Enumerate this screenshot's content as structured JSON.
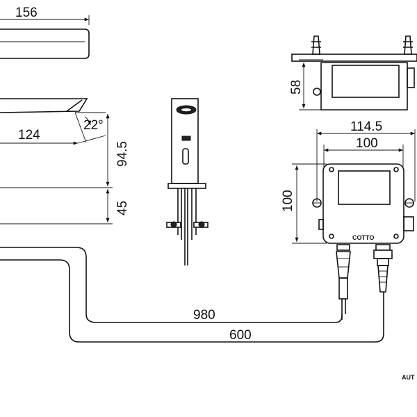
{
  "dimensions": {
    "spout_length": "156",
    "spout_projection": "124",
    "spout_angle": "22°",
    "height_upper": "94.5",
    "height_lower": "45",
    "box_depth": "58",
    "box_width_outer": "114.5",
    "box_width_inner": "100",
    "box_height": "100",
    "cable_long": "980",
    "cable_short": "600"
  },
  "labels": {
    "brand": "COTTO",
    "corner_text": "AUT"
  }
}
